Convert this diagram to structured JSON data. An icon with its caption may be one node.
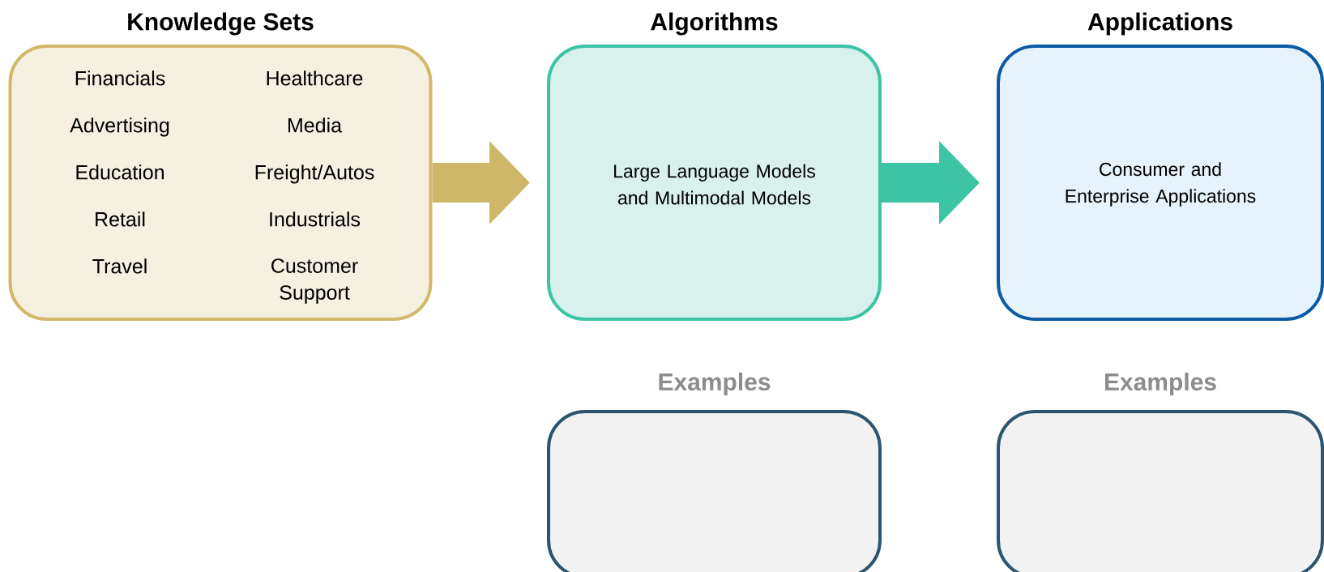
{
  "diagram": {
    "nodes": [
      {
        "text": [
          "Knowledge Sets",
          "Financials",
          "Healthcare",
          "Advertising",
          "Media",
          "Education",
          "Freight/Autos",
          "Retail",
          "Industrials",
          "Travel",
          "Customer Support"
        ]
      },
      {
        "text": [
          "Algorithms",
          "Large Language Models and Multimodal Models"
        ]
      },
      {
        "text": [
          "Applications",
          "Consumer and Enterprise Applications"
        ]
      },
      {
        "text": [
          "Examples"
        ]
      },
      {
        "text": [
          "Examples"
        ]
      }
    ],
    "edges": [
      {
        "from": 0,
        "to": 1,
        "arrow": "to",
        "color": "#cfb76a"
      },
      {
        "from": 1,
        "to": 2,
        "arrow": "to",
        "color": "#3cc4a4"
      }
    ]
  }
}
